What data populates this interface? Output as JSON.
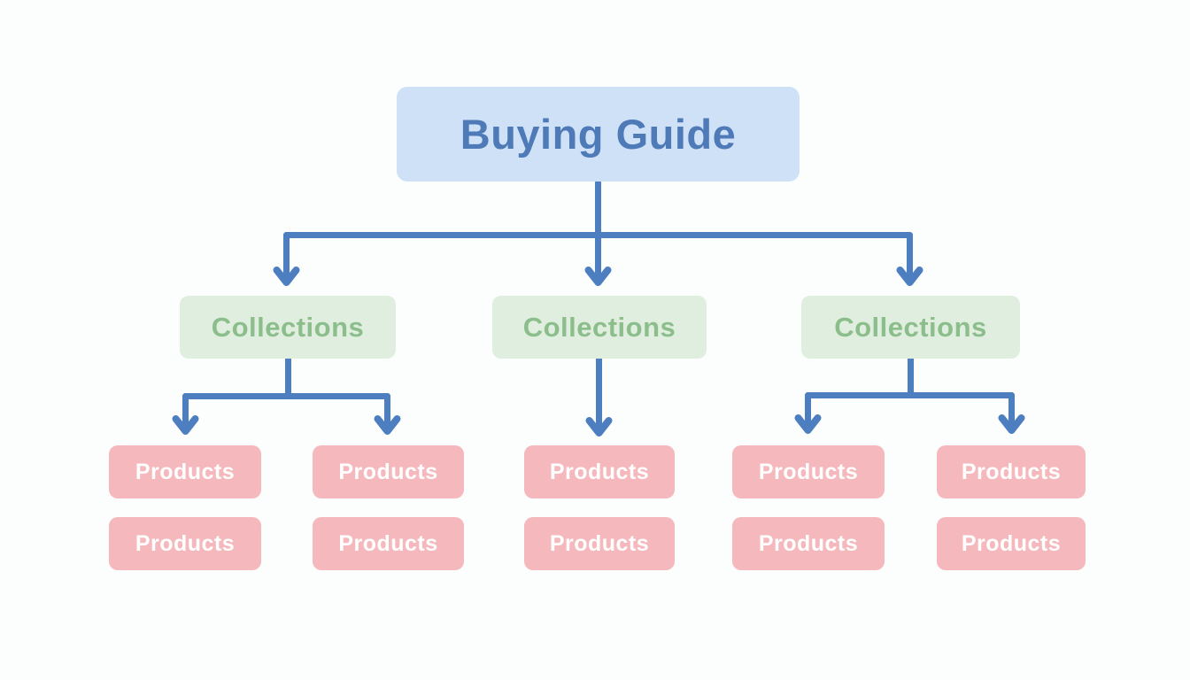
{
  "nodes": {
    "root": {
      "label": "Buying Guide"
    },
    "collections": [
      "Collections",
      "Collections",
      "Collections"
    ],
    "products": [
      "Products",
      "Products",
      "Products",
      "Products",
      "Products",
      "Products",
      "Products",
      "Products",
      "Products",
      "Products"
    ]
  },
  "structure": {
    "root_children": 3,
    "collection_product_columns": [
      2,
      1,
      2
    ],
    "product_rows_per_column": 2
  },
  "colors": {
    "canvas_bg": "#fcfdfd",
    "accent_blue": "#4d7ec0",
    "title_bg": "#cfe1f7",
    "title_text": "#4e7ab8",
    "collections_bg": "#dfeede",
    "collections_text": "#8cbe8c",
    "products_bg": "#f5b9bd",
    "products_text": "#ffffff"
  }
}
